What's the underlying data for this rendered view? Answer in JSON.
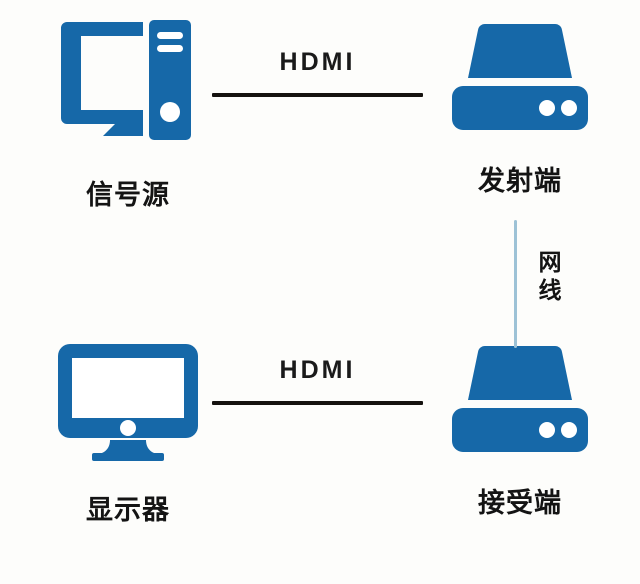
{
  "diagram": {
    "type": "connection-diagram",
    "background_color": "#fdfdfb",
    "accent_color": "#1668a8",
    "line_color": "#15120f",
    "cable_color": "#9dc2d6",
    "nodes": [
      {
        "id": "source",
        "label": "信号源",
        "icon": "desktop-computer-icon",
        "position": "top-left"
      },
      {
        "id": "transmitter",
        "label": "发射端",
        "icon": "transmitter-box-icon",
        "position": "top-right"
      },
      {
        "id": "display",
        "label": "显示器",
        "icon": "monitor-icon",
        "position": "bottom-left"
      },
      {
        "id": "receiver",
        "label": "接受端",
        "icon": "receiver-box-icon",
        "position": "bottom-right"
      }
    ],
    "links": [
      {
        "id": "hdmi-top",
        "label": "HDMI",
        "from": "source",
        "to": "transmitter",
        "orientation": "horizontal"
      },
      {
        "id": "hdmi-bottom",
        "label": "HDMI",
        "from": "display",
        "to": "receiver",
        "orientation": "horizontal"
      },
      {
        "id": "lan",
        "label": "网线",
        "from": "transmitter",
        "to": "receiver",
        "orientation": "vertical"
      }
    ]
  }
}
